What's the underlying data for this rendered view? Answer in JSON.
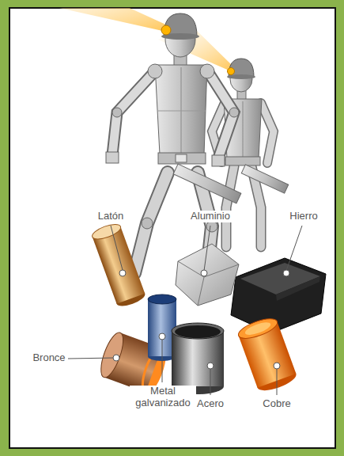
{
  "diagram": {
    "labels": [
      "Latón",
      "Aluminio",
      "Hierro",
      "Bronce",
      "Metal galvanizado",
      "Acero",
      "Cobre"
    ]
  }
}
